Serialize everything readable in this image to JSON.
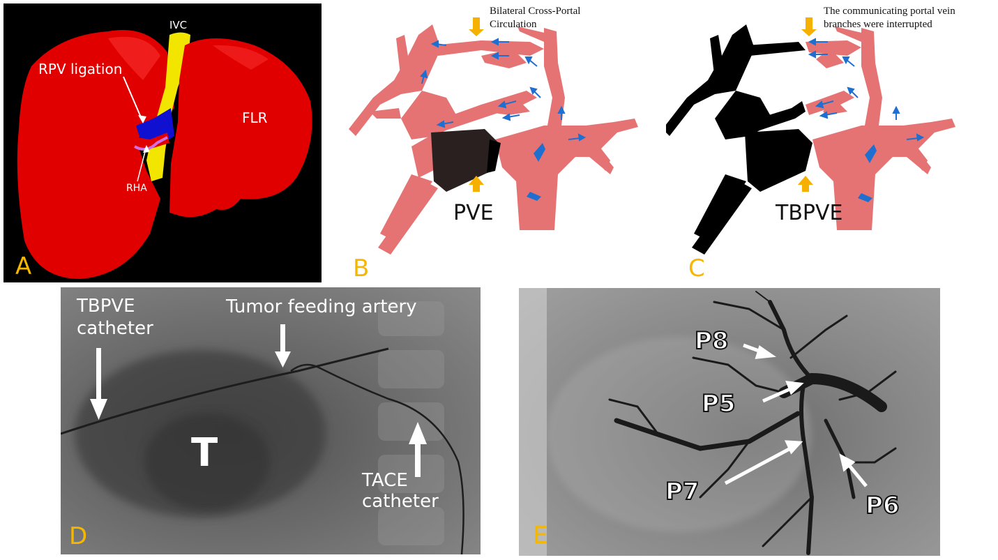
{
  "panelA": {
    "letter": "A",
    "ivc": "IVC",
    "rpv": "RPV ligation",
    "flr": "FLR",
    "rha": "RHA"
  },
  "panelB": {
    "letter": "B",
    "caption_line1": "Bilateral Cross-Portal",
    "caption_line2": "Circulation",
    "label": "PVE"
  },
  "panelC": {
    "letter": "C",
    "caption_line1": "The communicating portal vein",
    "caption_line2": "branches were interrupted",
    "label": "TBPVE"
  },
  "panelD": {
    "letter": "D",
    "tbpve_line1": "TBPVE",
    "tbpve_line2": "catheter",
    "artery": "Tumor feeding artery",
    "tumor": "T",
    "tace_line1": "TACE",
    "tace_line2": "catheter"
  },
  "panelE": {
    "letter": "E",
    "p8": "P8",
    "p5": "P5",
    "p7": "P7",
    "p6": "P6"
  },
  "colors": {
    "liver_red": "#E00000",
    "ivc_yellow": "#F2E600",
    "vein_blue": "#1010D0",
    "portal_pink": "#E57373",
    "embolized": "#2a2020",
    "arrow_blue": "#1E6FD0",
    "arrow_orange": "#F5B000",
    "letter_orange": "#F5B700"
  }
}
